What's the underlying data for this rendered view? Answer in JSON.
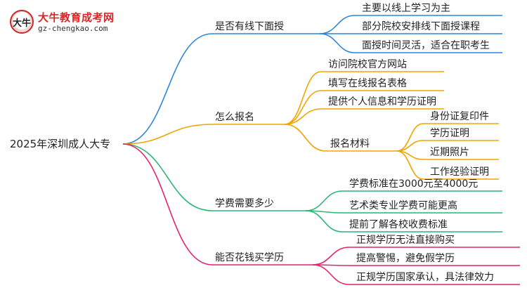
{
  "logo": {
    "title": "大牛教育成考网",
    "url": "gz-chengkao.com",
    "mark": "大牛"
  },
  "colors": {
    "blue": "#2f86d6",
    "orange": "#f0a500",
    "green": "#2bb673",
    "pink": "#e3236e"
  },
  "mindmap": {
    "root": "2025年深圳成人大专",
    "branches": [
      {
        "label": "是否有线下面授",
        "color": "blue",
        "children": [
          "主要以线上学习为主",
          "部分院校安排线下面授课程",
          "面授时间灵活，适合在职考生"
        ]
      },
      {
        "label": "怎么报名",
        "color": "orange",
        "children": [
          "访问院校官方网站",
          "填写在线报名表格",
          "提供个人信息和学历证明"
        ],
        "sub": {
          "label": "报名材料",
          "children": [
            "身份证复印件",
            "学历证明",
            "近期照片",
            "工作经验证明"
          ]
        }
      },
      {
        "label": "学费需要多少",
        "color": "green",
        "children": [
          "学费标准在3000元至4000元",
          "艺术类专业学费可能更高",
          "提前了解各校收费标准"
        ]
      },
      {
        "label": "能否花钱买学历",
        "color": "pink",
        "children": [
          "正规学历无法直接购买",
          "提高警惕，避免假学历",
          "正规学历国家承认，具法律效力"
        ]
      }
    ]
  }
}
